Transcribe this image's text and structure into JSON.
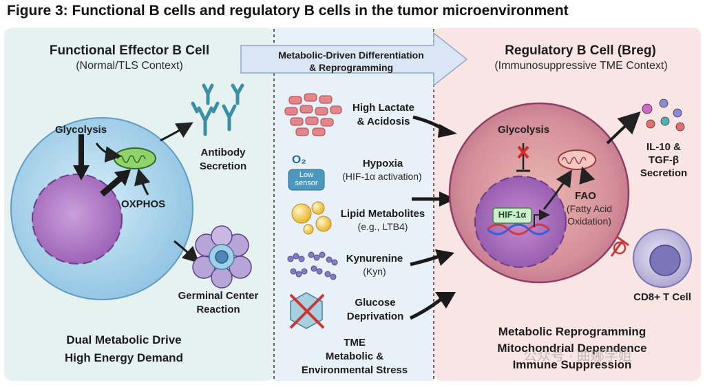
{
  "figure_title": "Figure 3: Functional B cells and regulatory B cells in the tumor microenvironment",
  "left_panel": {
    "title": "Functional Effector B Cell",
    "subtitle": "(Normal/TLS Context)",
    "glycolysis": "Glycolysis",
    "oxphos": "OXPHOS",
    "antibody": [
      "Antibody",
      "Secretion"
    ],
    "germinal": [
      "Germinal Center",
      "Reaction"
    ],
    "footer": [
      "Dual Metabolic Drive",
      "High Energy Demand"
    ]
  },
  "middle_panel": {
    "banner": [
      "Metabolic-Driven Differentiation",
      "& Reprogramming"
    ],
    "o2": "O₂",
    "sensor": [
      "Low",
      "sensor"
    ],
    "items": [
      {
        "title": "High Lactate",
        "title2": "& Acidosis"
      },
      {
        "title": "Hypoxia",
        "detail": "(HIF-1α activation)"
      },
      {
        "title": "Lipid Metabolites",
        "detail": "(e.g., LTB4)"
      },
      {
        "title": "Kynurenine",
        "detail": "(Kyn)"
      },
      {
        "title": "Glucose",
        "title2": "Deprivation"
      }
    ],
    "footer": [
      "TME",
      "Metabolic &",
      "Environmental Stress"
    ]
  },
  "right_panel": {
    "title": "Regulatory B Cell (Breg)",
    "subtitle": "(Immunosuppressive TME Context)",
    "glycolysis": "Glycolysis",
    "hif": "HIF-1α",
    "fao": "FAO",
    "fao_detail": [
      "(Fatty Acid",
      "Oxidation)"
    ],
    "il10": [
      "IL-10 &",
      "TGF-β",
      "Secretion"
    ],
    "cd8": "CD8+ T Cell",
    "footer": [
      "Metabolic Reprogramming",
      "Mitochondrial Dependence",
      "Immune Suppression"
    ]
  },
  "watermark": "公众号 · 曲娜学姐",
  "colors": {
    "left_bg": "#e7f2f1",
    "middle_bg": "#e8f0f8",
    "right_bg": "#f9e6e5",
    "cell_blue": "#a9d1ea",
    "nucleus_purple": "#b37fc8",
    "breg_outer": "#c26f84",
    "mito_green": "#7dc45f"
  }
}
